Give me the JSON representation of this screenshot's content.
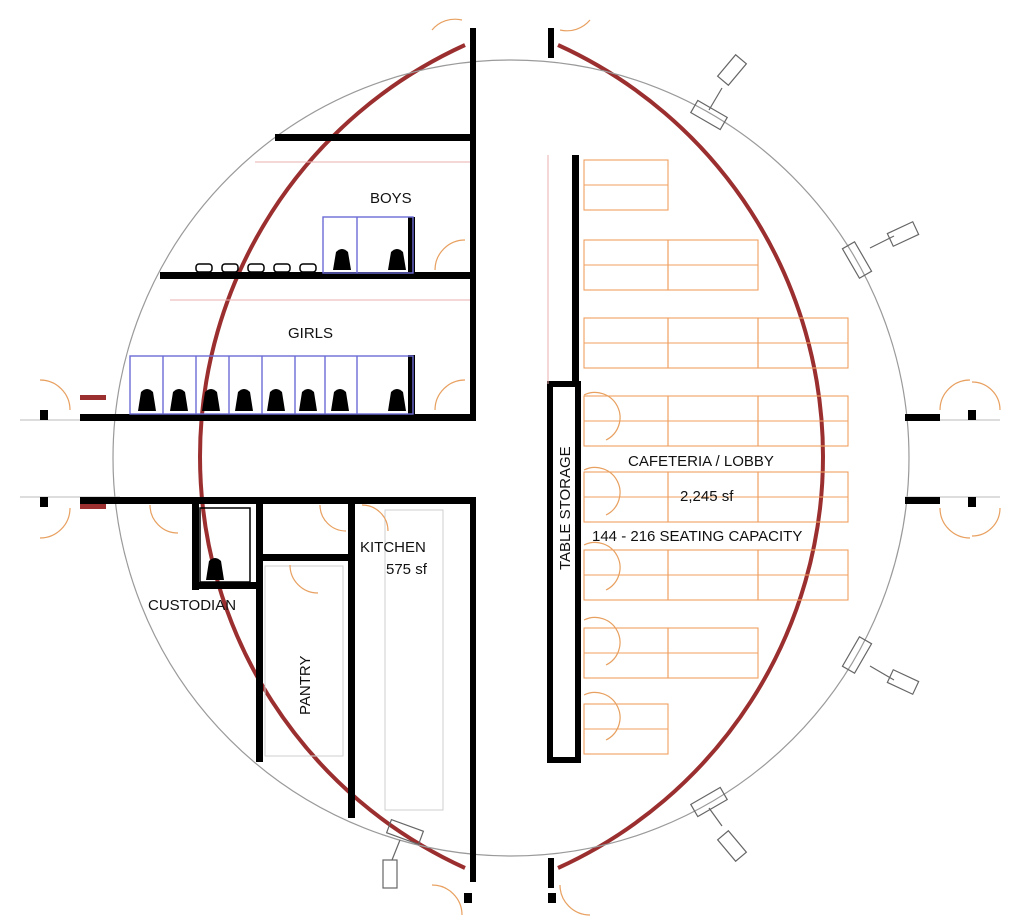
{
  "rooms": {
    "boys": "BOYS",
    "girls": "GIRLS",
    "custodian": "CUSTODIAN",
    "pantry": "PANTRY",
    "kitchen": "KITCHEN",
    "kitchen_area": "575 sf",
    "table_storage": "TABLE STORAGE",
    "cafeteria": "CAFETERIA / LOBBY",
    "cafeteria_area": "2,245 sf",
    "seating": "144 - 216 SEATING CAPACITY"
  },
  "colors": {
    "outer_wall": "#9b2f2f",
    "walls": "#000000",
    "furniture": "#f0a060",
    "stalls": "#6b6bd6",
    "door_swing": "#e8a060",
    "inner_ring": "#9a9a9a"
  }
}
